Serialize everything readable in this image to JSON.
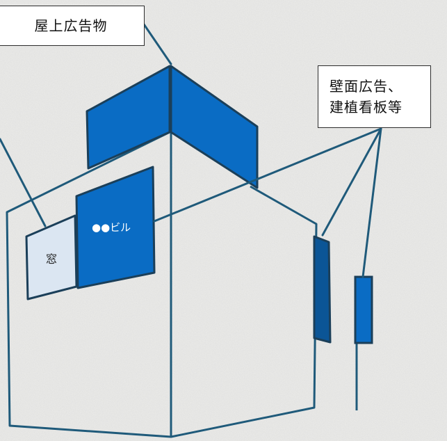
{
  "labels": {
    "rooftop_sign": "屋上広告物",
    "wall_sign_line1": "壁面広告、",
    "wall_sign_line2": "建植看板等"
  },
  "building": {
    "window_text": "窓",
    "wall_panel_text": "●●ビル"
  },
  "colors": {
    "background": "#e9e9e7",
    "outline": "#1f5a7a",
    "sign_blue": "#0a6cc4",
    "sign_dark_blue": "#0b5596",
    "window_fill": "#dbe6f2"
  }
}
